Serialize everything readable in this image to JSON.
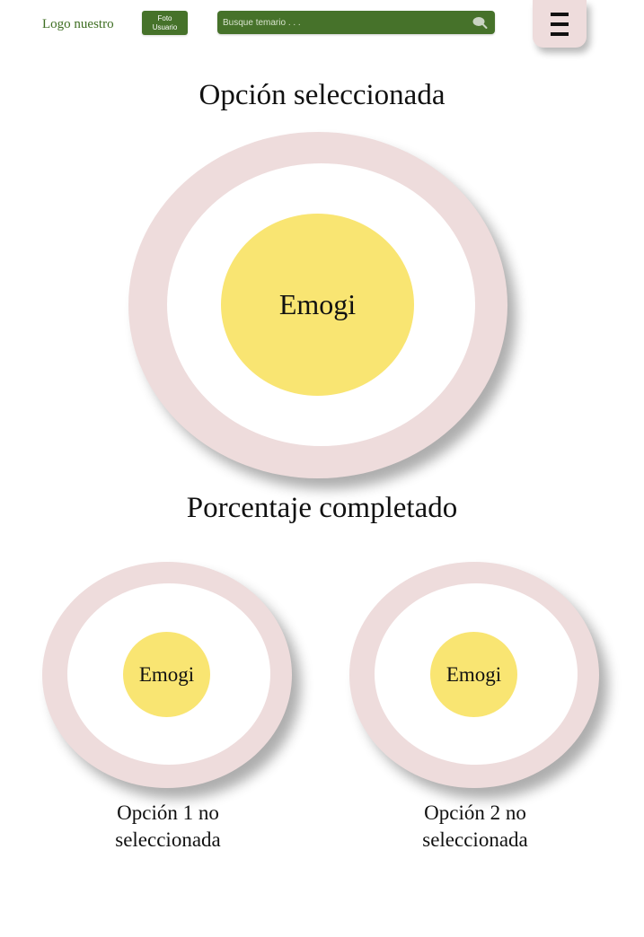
{
  "header": {
    "logo_text": "Logo nuestro",
    "user_photo": {
      "line1": "Foto",
      "line2": "Usuario"
    },
    "search": {
      "placeholder": "Busque temario . . .",
      "value": ""
    },
    "menu_icon": "hamburger-icon"
  },
  "main": {
    "selected_title": "Opción seleccionada",
    "selected_emoji": "Emogi",
    "progress_title": "Porcentaje completado",
    "options": [
      {
        "emoji": "Emogi",
        "label_line1": "Opción 1 no",
        "label_line2": "seleccionada"
      },
      {
        "emoji": "Emogi",
        "label_line1": "Opción 2 no",
        "label_line2": "seleccionada"
      }
    ]
  },
  "colors": {
    "brand_green": "#46722a",
    "logo_green": "#3e6e22",
    "ring_pink": "#eedcdc",
    "emoji_yellow": "#f9e572"
  }
}
